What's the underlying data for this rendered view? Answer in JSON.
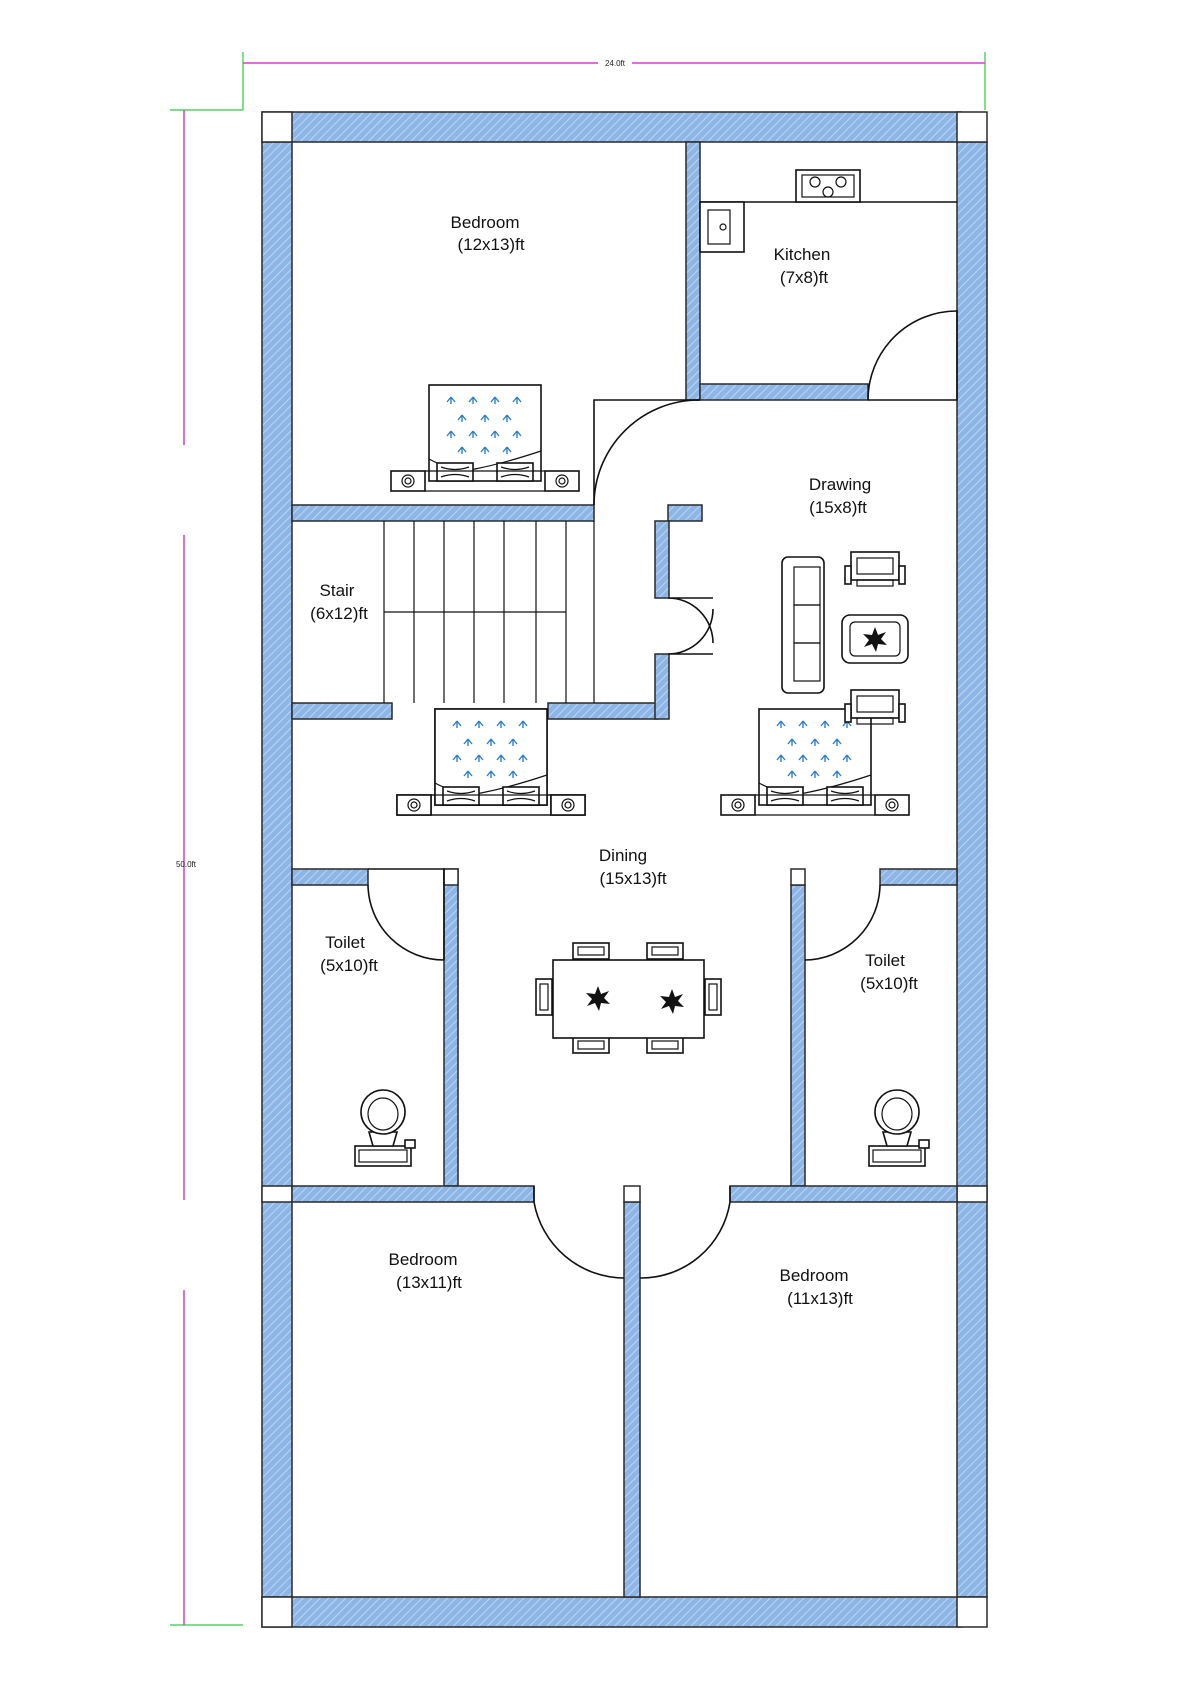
{
  "colors": {
    "wall_fill": "#8db6e6",
    "wall_hatch": "#c9ddf4",
    "dimension_line": "#d63dd6",
    "extension_line": "#2ecc40",
    "bed_marks": "#2f7fc8"
  },
  "dimensions": {
    "width": "24.0ft",
    "length": "50.0ft"
  },
  "rooms": {
    "bedroom_top": {
      "name": "Bedroom",
      "size": "(12x13)ft"
    },
    "kitchen": {
      "name": "Kitchen",
      "size": "(7x8)ft"
    },
    "drawing": {
      "name": "Drawing",
      "size": "(15x8)ft"
    },
    "stair": {
      "name": "Stair",
      "size": "(6x12)ft"
    },
    "dining": {
      "name": "Dining",
      "size": "(15x13)ft"
    },
    "toilet_left": {
      "name": "Toilet",
      "size": "(5x10)ft"
    },
    "toilet_right": {
      "name": "Toilet",
      "size": "(5x10)ft"
    },
    "bedroom_bottom_left": {
      "name": "Bedroom",
      "size": "(13x11)ft"
    },
    "bedroom_bottom_right": {
      "name": "Bedroom",
      "size": "(11x13)ft"
    }
  },
  "icons": [
    "bed-icon",
    "stove-icon",
    "sink-icon",
    "sofa-icon",
    "armchair-icon",
    "coffee-table-icon",
    "dining-table-icon",
    "toilet-icon",
    "door-swing-icon",
    "staircase-icon"
  ]
}
